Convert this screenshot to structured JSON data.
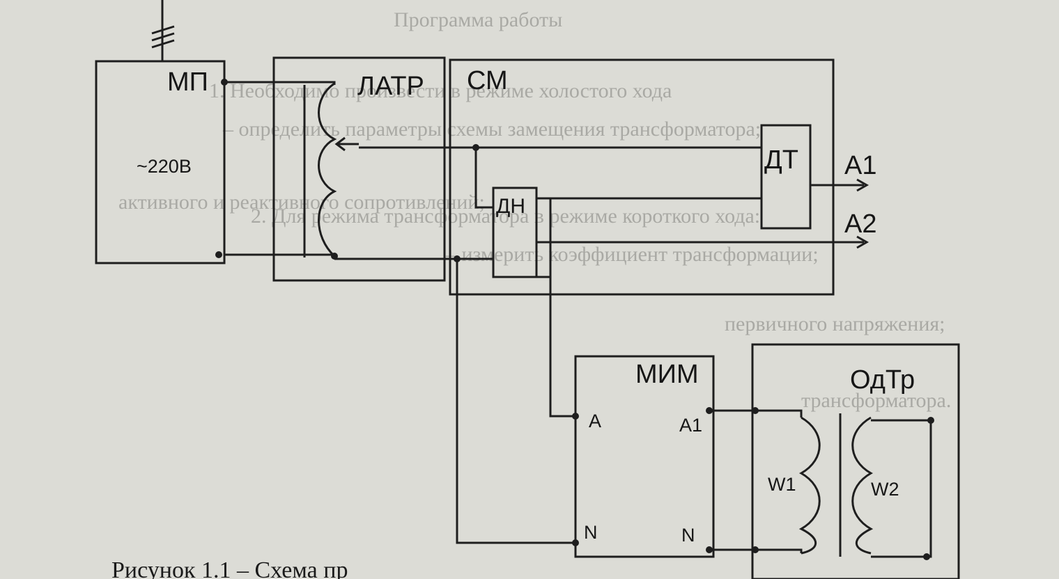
{
  "colors": {
    "paper": "#dcdcd6",
    "ink": "#1e1e1e",
    "bleed": "#a9a9a4"
  },
  "blocks": {
    "mp": {
      "name": "МП",
      "voltage": "~220В"
    },
    "latr": {
      "name": "ЛАТР"
    },
    "sm": {
      "name": "СМ"
    },
    "dt": {
      "name": "ДТ"
    },
    "dn": {
      "name": "ДН"
    },
    "mim": {
      "name": "МИМ",
      "pin_a": "A",
      "pin_n": "N",
      "pin_a1": "A1",
      "pin_n_out": "N"
    },
    "odtr": {
      "name": "ОдТр",
      "w1": "W1",
      "w2": "W2"
    }
  },
  "outputs": {
    "a1": "A1",
    "a2": "A2"
  },
  "caption": "Рисунок 1.1 – Схема пр",
  "bleed_through": [
    "Программа работы",
    "1. Необходимо произвести в режиме холостого хода",
    "– определить параметры схемы замещения трансформатора;",
    "активного и реактивного сопротивлений;",
    "2. Для режима трансформатора в режиме короткого хода:",
    "– измерить коэффициент трансформации;",
    "первичного напряжения;",
    "трансформатора."
  ]
}
